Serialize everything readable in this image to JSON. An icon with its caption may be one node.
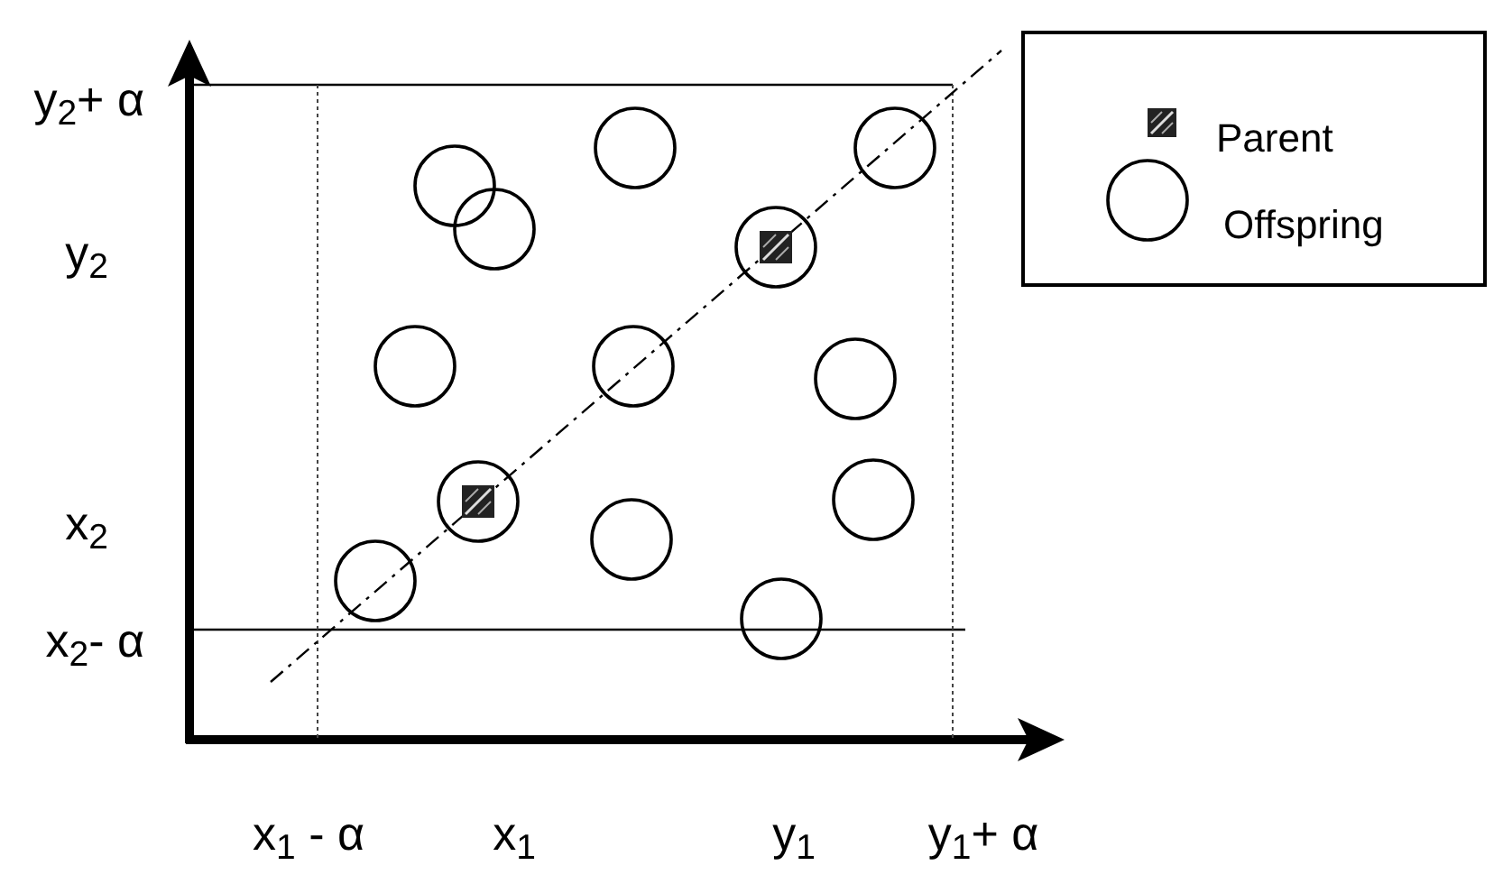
{
  "diagram": {
    "labels": [
      "y$_{2}$+ α",
      "y$_{2}$",
      "x$_{2}$",
      "x$_{2}$- α",
      "x$_{1}$ - α",
      "x$_{1}$",
      "y$_{1}$",
      "y$_{1}$+ α"
    ],
    "legend": [
      {
        "text": "Parent"
      },
      {
        "text": "Offspring"
      }
    ]
  }
}
